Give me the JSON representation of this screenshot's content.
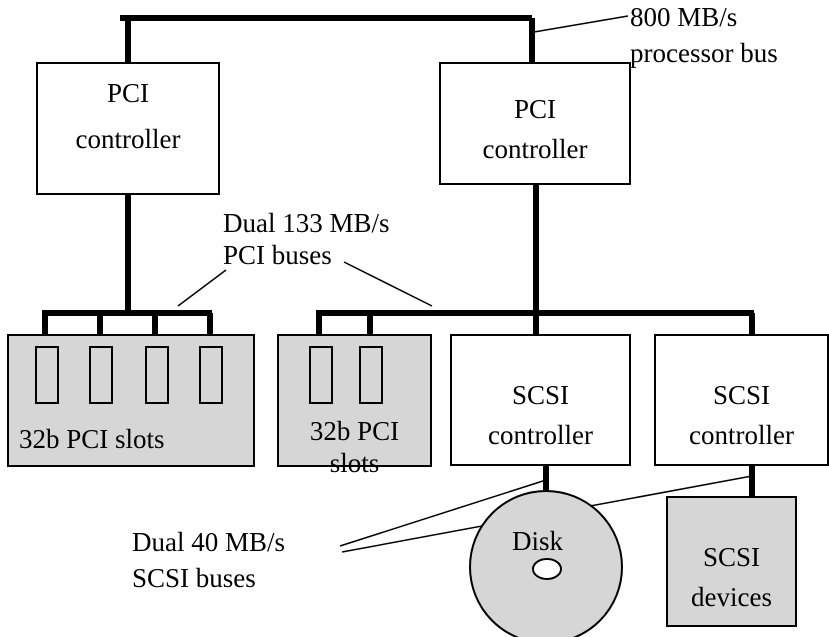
{
  "processor_bus": {
    "rate": "800 MB/s",
    "name": "processor bus"
  },
  "pci_controller_left": {
    "line1": "PCI",
    "line2": "controller"
  },
  "pci_controller_right": {
    "line1": "PCI",
    "line2": "controller"
  },
  "pci_buses": {
    "line1": "Dual 133 MB/s",
    "line2": "PCI buses"
  },
  "pci_slots_left": {
    "label": "32b PCI slots",
    "slot_count": 4
  },
  "pci_slots_right": {
    "line1": "32b PCI",
    "line2": "slots",
    "slot_count": 2
  },
  "scsi_controller_1": {
    "line1": "SCSI",
    "line2": "controller"
  },
  "scsi_controller_2": {
    "line1": "SCSI",
    "line2": "controller"
  },
  "scsi_buses": {
    "line1": "Dual 40 MB/s",
    "line2": "SCSI buses"
  },
  "disk": {
    "label": "Disk"
  },
  "scsi_devices": {
    "line1": "SCSI",
    "line2": "devices"
  },
  "colors": {
    "line": "#000000",
    "shaded_fill": "#d6d6d6",
    "box_fill": "#ffffff"
  }
}
